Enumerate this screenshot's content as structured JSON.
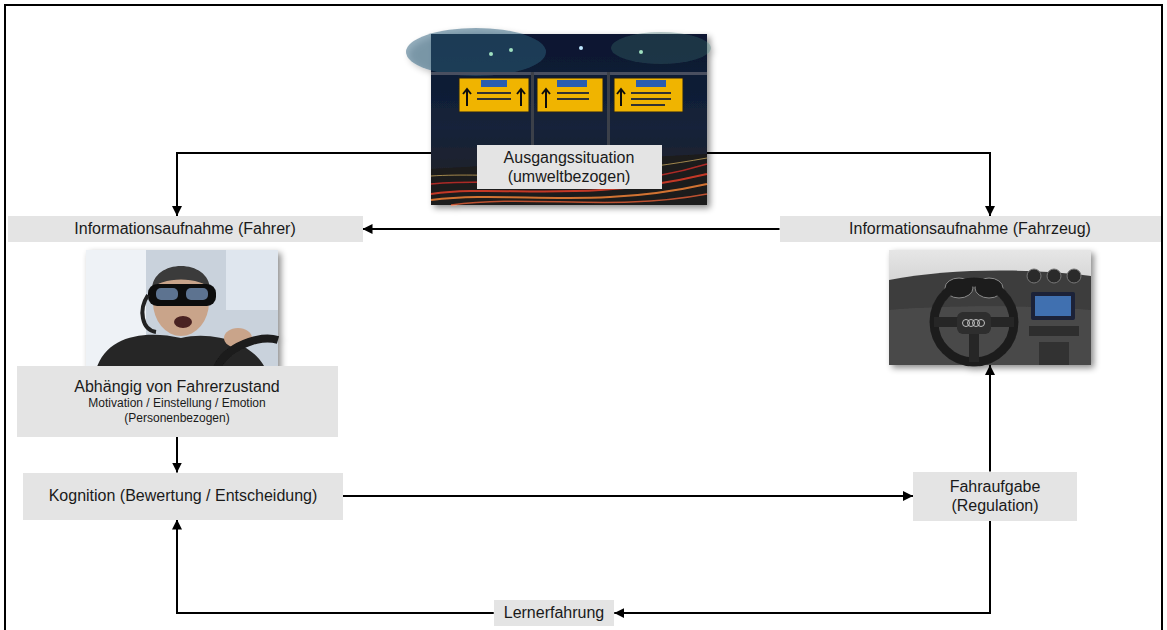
{
  "diagram": {
    "nodes": [
      {
        "text": [
          "Ausgangssituation (umweltbezogen)"
        ]
      },
      {
        "text": [
          "Informationsaufnahme (Fahrer)"
        ]
      },
      {
        "text": [
          "Informationsaufnahme (Fahrzeug)"
        ]
      },
      {
        "text": [
          "Abhängig von Fahrerzustand",
          "Motivation / Einstellung / Emotion (Personenbezogen)"
        ]
      },
      {
        "text": [
          "Kognition (Bewertung / Entscheidung)"
        ]
      },
      {
        "text": [
          "Fahraufgabe (Regulation)"
        ]
      },
      {
        "text": [
          "Lernerfahrung"
        ]
      }
    ],
    "edges": [
      {
        "from": 0,
        "to": 1,
        "arrow": "to"
      },
      {
        "from": 0,
        "to": 2,
        "arrow": "to"
      },
      {
        "from": 2,
        "to": 1,
        "arrow": "to"
      },
      {
        "from": 3,
        "to": 4,
        "arrow": "to"
      },
      {
        "from": 4,
        "to": 5,
        "arrow": "to"
      },
      {
        "from": 5,
        "to": 2,
        "arrow": "to"
      },
      {
        "from": 5,
        "to": 6,
        "arrow": "to"
      },
      {
        "from": 6,
        "to": 4,
        "arrow": "to"
      }
    ]
  }
}
